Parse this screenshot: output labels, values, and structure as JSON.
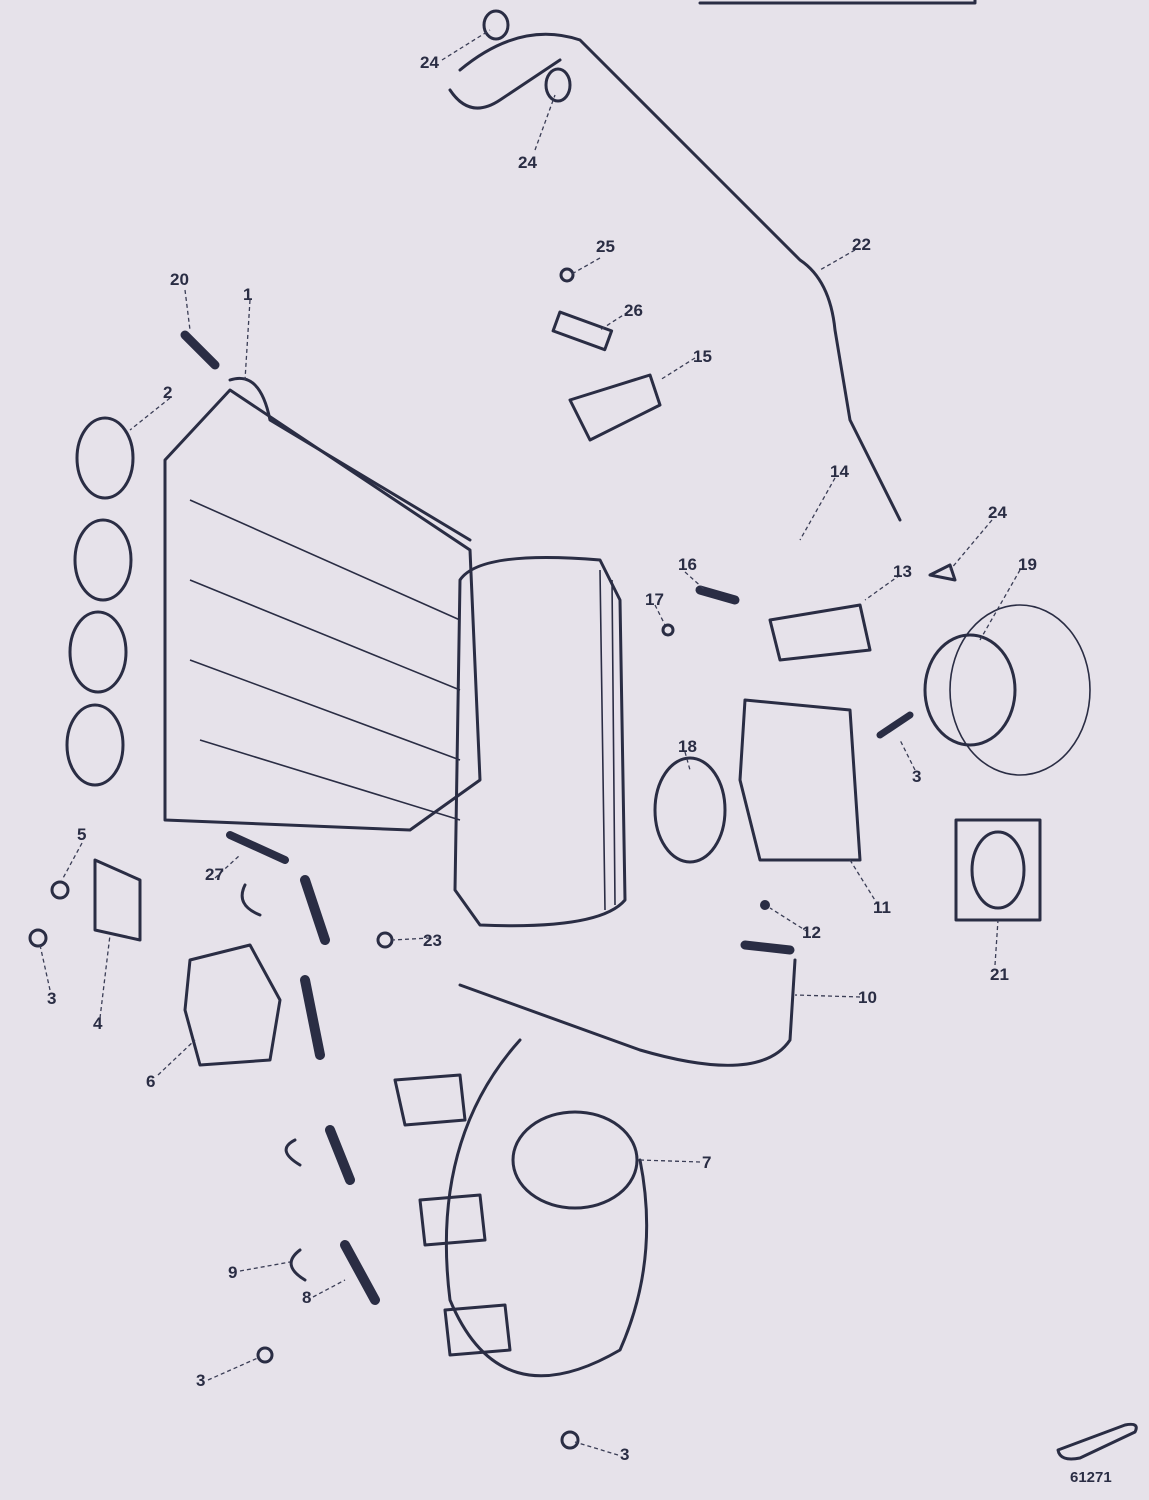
{
  "diagram": {
    "type": "exploded-parts-diagram",
    "figure_number": "61271",
    "callouts": [
      "24",
      "24",
      "25",
      "26",
      "22",
      "20",
      "1",
      "2",
      "15",
      "14",
      "24",
      "19",
      "13",
      "16",
      "17",
      "18",
      "3",
      "11",
      "12",
      "21",
      "10",
      "5",
      "27",
      "23",
      "3",
      "4",
      "6",
      "7",
      "9",
      "8",
      "3",
      "3"
    ]
  }
}
